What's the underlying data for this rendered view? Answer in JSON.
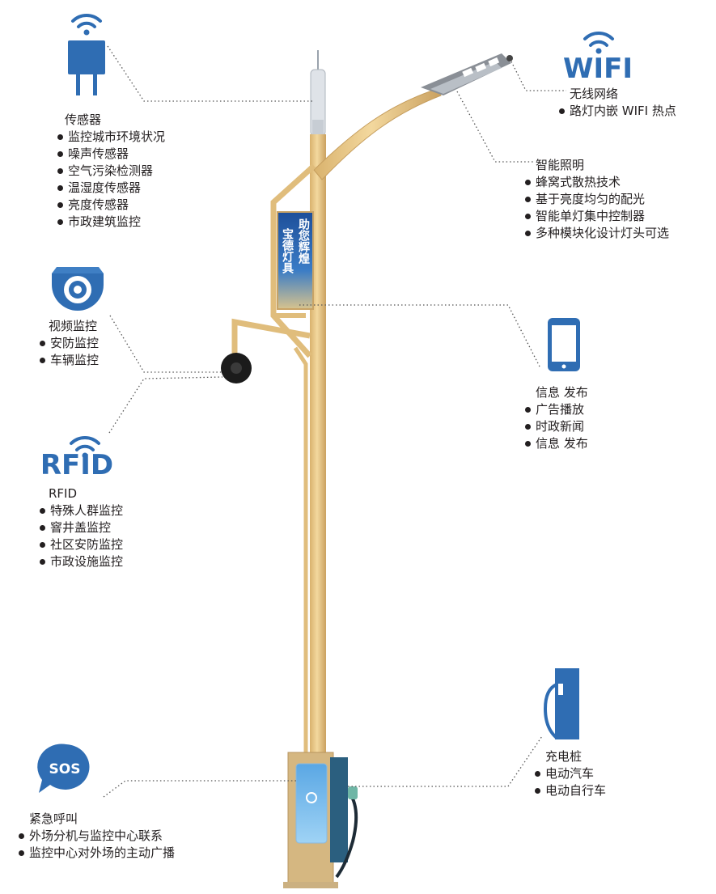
{
  "colors": {
    "icon_blue": "#2f6db3",
    "pole": "#e8c583",
    "pole_shade": "#c9a466",
    "leader": "#555555"
  },
  "icons": {
    "wifi_logo_text": "WIFI",
    "rfid_logo_text": "RFID",
    "sos_text": "SOS"
  },
  "billboard": {
    "line1": "宝德灯具",
    "line2": "助您辉煌"
  },
  "features": {
    "sensor": {
      "title": "传感器",
      "icon": "sensor-icon",
      "items": [
        "监控城市环境状况",
        "噪声传感器",
        "空气污染检测器",
        "温湿度传感器",
        "亮度传感器",
        "市政建筑监控"
      ]
    },
    "video": {
      "title": "视频监控",
      "icon": "camera-icon",
      "items": [
        "安防监控",
        "车辆监控"
      ]
    },
    "rfid": {
      "title": "RFID",
      "icon": "rfid-icon",
      "items": [
        "特殊人群监控",
        "窨井盖监控",
        "社区安防监控",
        "市政设施监控"
      ]
    },
    "sos": {
      "title": "紧急呼叫",
      "icon": "sos-icon",
      "items": [
        "外场分机与监控中心联系",
        "监控中心对外场的主动广播"
      ]
    },
    "wifi": {
      "title": "无线网络",
      "icon": "wifi-icon",
      "items": [
        "路灯内嵌 WIFI 热点"
      ]
    },
    "lighting": {
      "title": "智能照明",
      "icon": "lamp-icon",
      "items": [
        "蜂窝式散热技术",
        "基于亮度均匀的配光",
        "智能单灯集中控制器",
        "多种模块化设计灯头可选"
      ]
    },
    "info": {
      "title": "信息 发布",
      "icon": "phone-icon",
      "items": [
        "广告播放",
        "时政新闻",
        "信息 发布"
      ]
    },
    "charging": {
      "title": "充电桩",
      "icon": "charger-icon",
      "items": [
        "电动汽车",
        "电动自行车"
      ]
    }
  }
}
